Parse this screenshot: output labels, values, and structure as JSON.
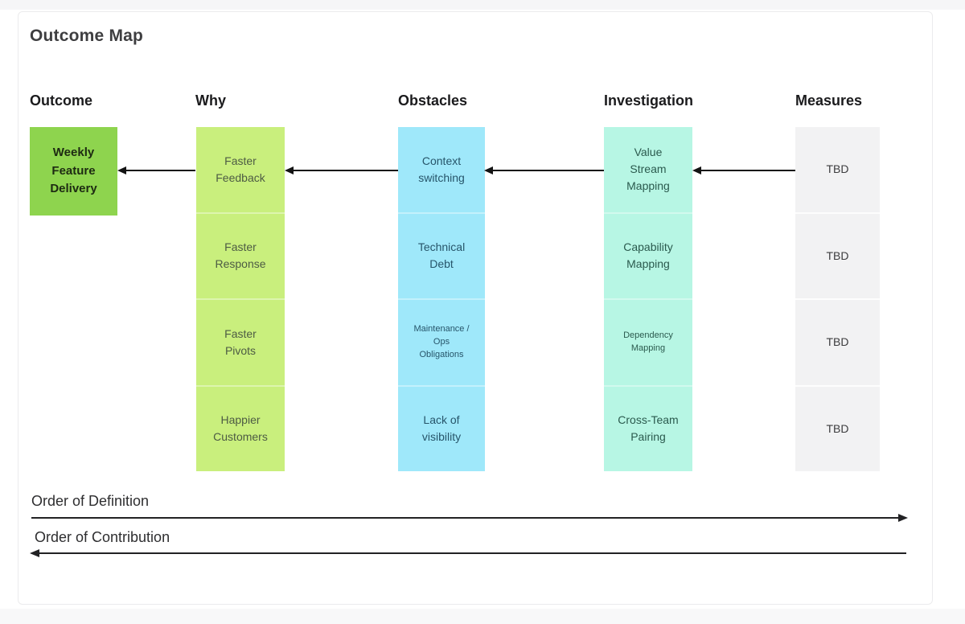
{
  "title": "Outcome Map",
  "columns": [
    {
      "header": "Outcome",
      "items": [
        "Weekly\nFeature\nDelivery"
      ]
    },
    {
      "header": "Why",
      "items": [
        "Faster\nFeedback",
        "Faster\nResponse",
        "Faster\nPivots",
        "Happier\nCustomers"
      ]
    },
    {
      "header": "Obstacles",
      "items": [
        "Context\nswitching",
        "Technical\nDebt",
        "Maintenance /\nOps\nObligations",
        "Lack of\nvisibility"
      ]
    },
    {
      "header": "Investigation",
      "items": [
        "Value\nStream\nMapping",
        "Capability\nMapping",
        "Dependency\nMapping",
        "Cross-Team\nPairing"
      ]
    },
    {
      "header": "Measures",
      "items": [
        "TBD",
        "TBD",
        "TBD",
        "TBD"
      ]
    }
  ],
  "footer": {
    "definition_label": "Order of Definition",
    "contribution_label": "Order of Contribution"
  },
  "colors": {
    "outcome_box": "#8ed44e",
    "why_column": "#c9ef7d",
    "obstacles_column": "#9fe8fa",
    "investigation_column": "#b7f6e4",
    "measures_column": "#f2f2f3",
    "arrow": "#131313"
  }
}
